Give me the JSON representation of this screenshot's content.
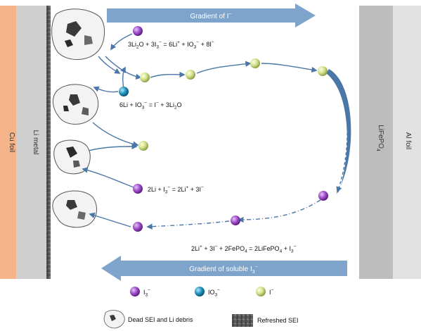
{
  "electrodes": {
    "cu_foil": "Cu foil",
    "li_metal": "Li metal",
    "cathode": "LiFePO",
    "cathode_sub": "4",
    "al_foil": "Al foil"
  },
  "arrows": {
    "top": "Gradient of I",
    "top_sup": "−",
    "bottom": "Gradient of soluble I",
    "bottom_sub": "3",
    "bottom_sup": "−"
  },
  "reactions": {
    "r1": {
      "a": "3Li",
      "b": "2",
      "c": "O + 3I",
      "d": "3",
      "e": "−",
      "f": " = 6Li",
      "g": "+",
      "h": " + IO",
      "i": "3",
      "j": "−",
      "k": " + 8I",
      "l": "−"
    },
    "r2": {
      "a": "6Li + IO",
      "b": "3",
      "c": "−",
      "d": " = I",
      "e": "−",
      "f": " + 3Li",
      "g": "2",
      "h": "O"
    },
    "r3": {
      "a": "2Li + I",
      "b": "3",
      "c": "−",
      "d": " = 2Li",
      "e": "+",
      "f": " + 3I",
      "g": "−"
    },
    "r4": {
      "a": "2Li",
      "b": "+",
      "c": " + 3I",
      "d": "−",
      "e": " + 2FePO",
      "f": "4",
      "g": " = 2LiFePO",
      "h": "4",
      "i": " + I",
      "j": "3",
      "k": "−"
    }
  },
  "legend": {
    "i3": {
      "base": "I",
      "sub": "3",
      "sup": "−",
      "color": "#8e3fb8"
    },
    "io3": {
      "base": "IO",
      "sub": "3",
      "sup": "−",
      "color": "#1f86b0"
    },
    "i": {
      "base": "I",
      "sup": "−",
      "color": "#c6d977"
    },
    "dead_sei": "Dead SEI and Li debris",
    "refreshed_sei": "Refreshed SEI"
  },
  "colors": {
    "cu": "#f6b48a",
    "li": "#cfcfcf",
    "cathode": "#bdbdbd",
    "gradient_arrow": "#7ea4cc",
    "flow_arrow": "#4a77a8"
  }
}
